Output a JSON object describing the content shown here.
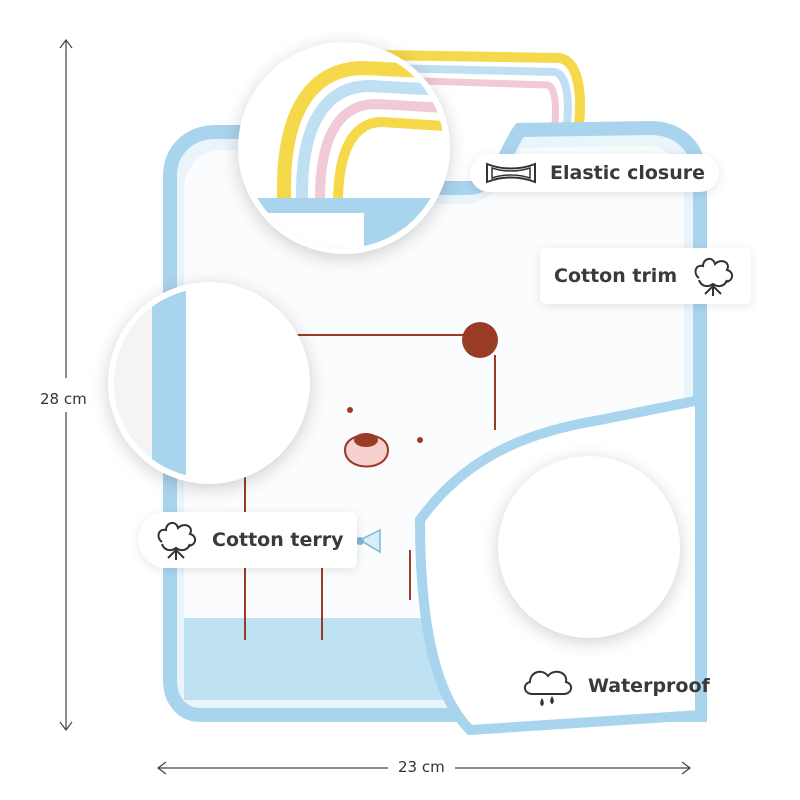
{
  "dimensions": {
    "height_label": "28 cm",
    "width_label": "23 cm"
  },
  "features": {
    "elastic_closure": {
      "label": "Elastic closure",
      "icon": "elastic-band-icon"
    },
    "cotton_trim": {
      "label": "Cotton trim",
      "icon": "cotton-flower-icon"
    },
    "cotton_terry": {
      "label": "Cotton terry",
      "icon": "cotton-flower-icon"
    },
    "waterproof": {
      "label": "Waterproof",
      "icon": "rain-cloud-icon"
    }
  },
  "colors": {
    "trim_blue": "#a9d4ee",
    "bear_brown": "#9a3b26",
    "stripe_yellow": "#f6d84b",
    "stripe_pink": "#f2c9d6",
    "stripe_blue": "#bfe0f2"
  }
}
